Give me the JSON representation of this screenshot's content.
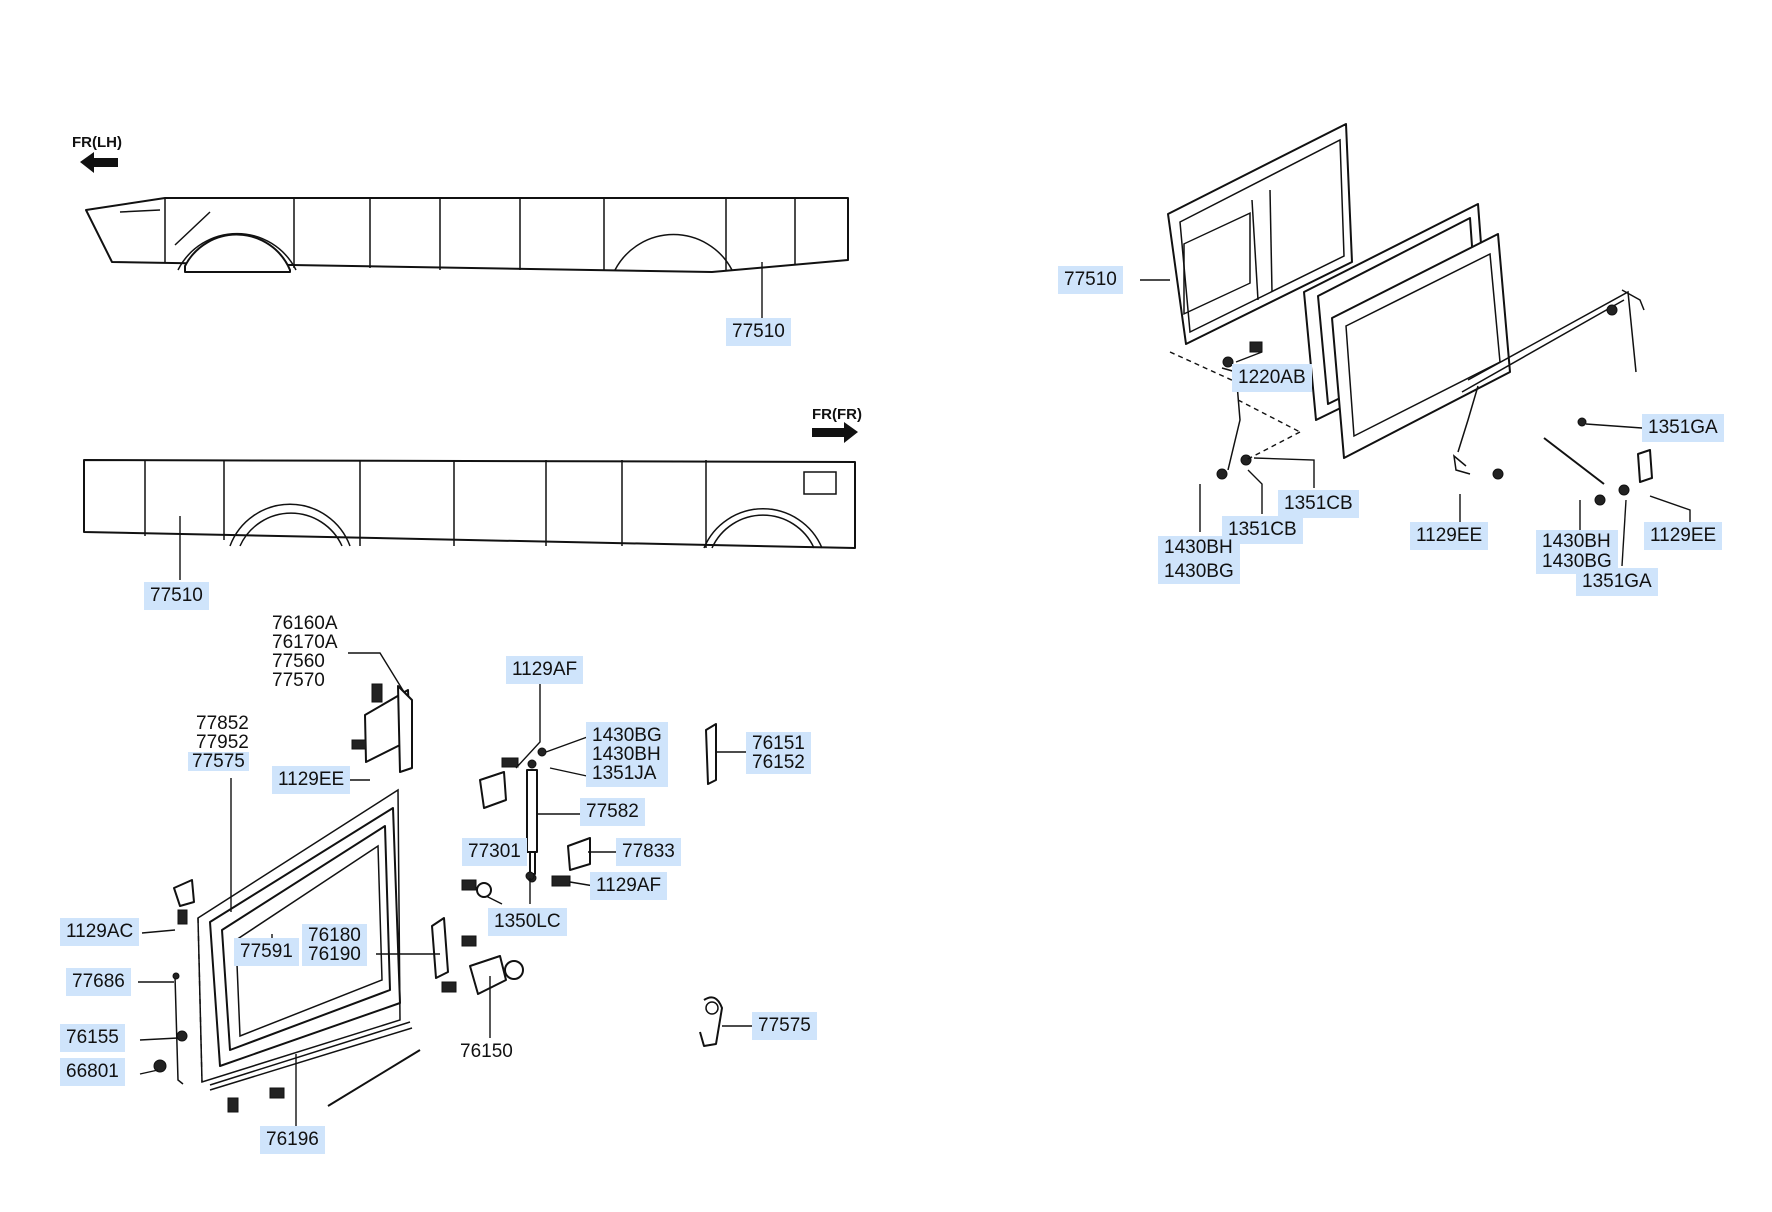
{
  "directions": {
    "front_left": "FR(LH)",
    "front_right": "FR(FR)"
  },
  "labels": {
    "top_panel": "77510",
    "second_panel": "77510",
    "hinge_group": [
      "76160A",
      "76170A",
      "77560",
      "77570"
    ],
    "seal_group": [
      "77852",
      "77952",
      "77575"
    ],
    "bolt_1129ee_left": "1129EE",
    "bolt_1129af_top": "1129AF",
    "gas_mount_group": [
      "1430BG",
      "1430BH",
      "1351JA"
    ],
    "bracket_76151": [
      "76151",
      "76152"
    ],
    "gas_stay": "77582",
    "bumper_77301": "77301",
    "bracket_77833": "77833",
    "bolt_1129af_mid": "1129AF",
    "nut_1350lc": "1350LC",
    "screw_1129ac": "1129AC",
    "glass_77591": "77591",
    "latch_group": [
      "76180",
      "76190"
    ],
    "rod_77686": "77686",
    "clip_76155": "76155",
    "grommet_66801": "66801",
    "weatherstrip_76196": "76196",
    "striker_76150": "76150",
    "hook_77575": "77575",
    "right_panel": "77510",
    "bolt_1220ab": "1220AB",
    "nut_1351cb_right": "1351CB",
    "nut_1351cb_left": "1351CB",
    "pin_group_left": [
      "1430BH",
      "1430BG"
    ],
    "bolt_1129ee_mid": "1129EE",
    "nut_1351ga_top": "1351GA",
    "pin_group_right": [
      "1430BH",
      "1430BG"
    ],
    "nut_1351ga_bottom": "1351GA",
    "bolt_1129ee_right": "1129EE"
  }
}
